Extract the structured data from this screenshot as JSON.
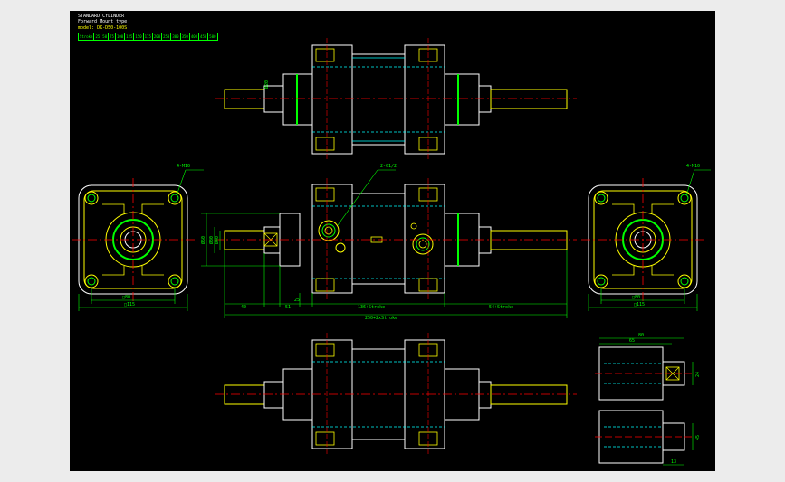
{
  "title_block": {
    "title": "STANDARD CYLINDER",
    "subtitle": "Forward Mount type",
    "model": "model: DK-D50-100S",
    "strokes": [
      "Stroke",
      "25",
      "50",
      "75",
      "100",
      "125",
      "150",
      "175",
      "200",
      "250",
      "300",
      "350",
      "400",
      "450",
      "500"
    ]
  },
  "dims": {
    "side_left_corner": "4-M10",
    "side_right_corner": "4-M10",
    "port": "2-G1/2",
    "d1": "Ø20",
    "d2": "Ø50",
    "d3": "Ø30",
    "d4": "Ø40",
    "len_40": "40",
    "len_51": "51",
    "len_25": "25",
    "len_body": "136+Stroke",
    "len_rod": "54+Stroke",
    "len_total": "250+2xStroke",
    "sq_inner_l": "□80",
    "sq_outer_l": "□115",
    "sq_inner_r": "□80",
    "sq_outer_r": "□115",
    "det_w": "80",
    "det_w2": "65",
    "det_h": "24",
    "det_h2": "45",
    "det_b": "13"
  },
  "colors": {
    "sheet": "#000000",
    "frame": "#ececec",
    "outline": "#ffffff",
    "yellow": "#ffff00",
    "green": "#00ff00",
    "red": "#ff0000",
    "cyan": "#00ffff"
  }
}
